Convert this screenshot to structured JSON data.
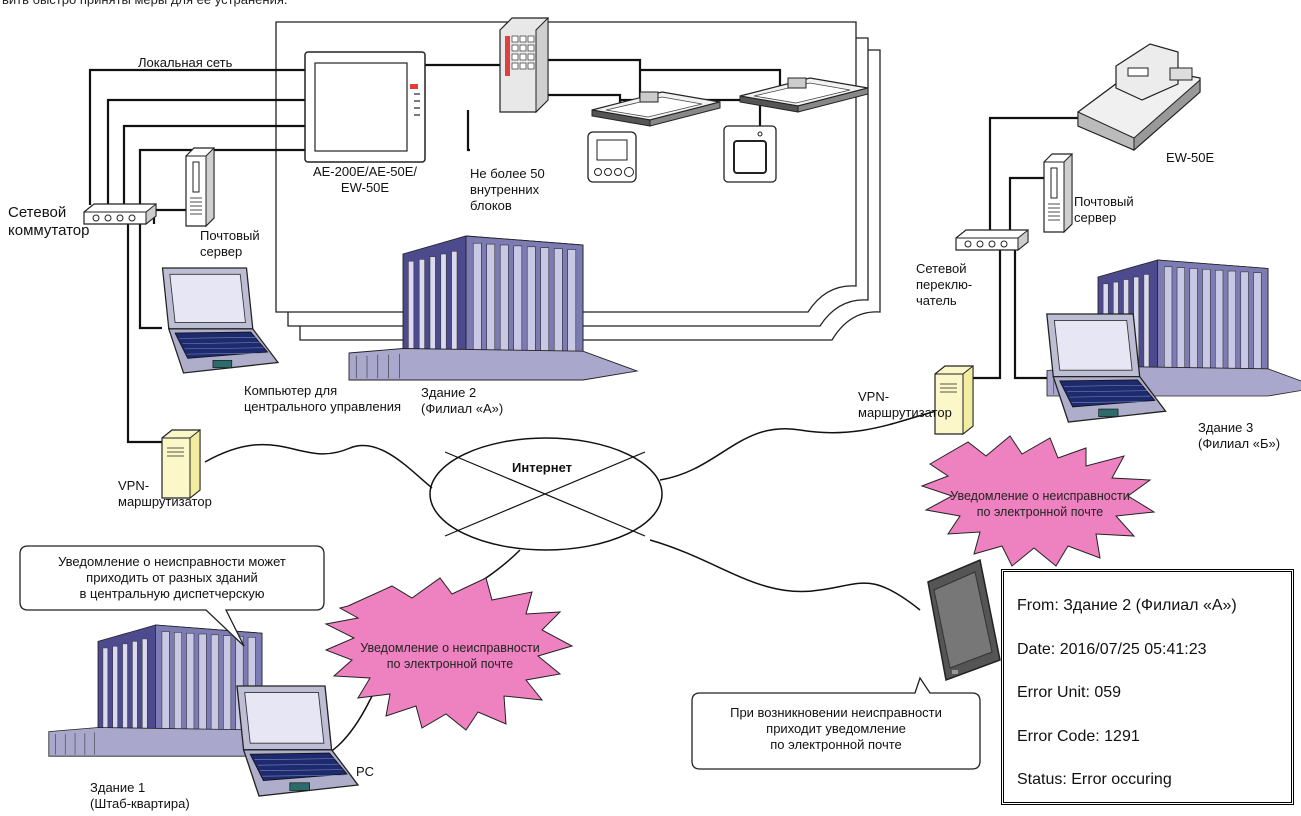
{
  "top_caption": "вить быстро приняты меры для ее устранения.",
  "labels": {
    "local_network": "Локальная сеть",
    "controllers": "AE-200E/AE-50E/\nEW-50E",
    "max_units": "Не более 50\nвнутренних\nблоков",
    "network_switch_hq": "Сетевой\nкоммутатор",
    "mail_server_hq": "Почтовый\nсервер",
    "central_pc": "Компьютер для\nцентрального управления",
    "building2": "Здание 2\n(Филиал «А»)",
    "vpn_router_hq": "VPN-\nмаршрутизатор",
    "internet": "Интернет",
    "ew50e_b": "EW-50E",
    "mail_server_b": "Почтовый\nсервер",
    "network_switch_b": "Сетевой\nпереклю-\nчатель",
    "vpn_router_b": "VPN-\nмаршрутизатор",
    "building3": "Здание 3\n(Филиал «Б»)",
    "building1": "Здание 1\n(Штаб-квартира)",
    "pc": "PC"
  },
  "callouts": {
    "hq_notice": "Уведомление о неисправности может\nприходить от разных зданий\nв центральную диспетчерскую",
    "phone_notice": "При возникновении неисправности\nприходит уведомление\nпо электронной почте"
  },
  "bursts": {
    "email_hq": "Уведомление о неисправности\nпо электронной почте",
    "email_b": "Уведомление о неисправности\nпо электронной почте"
  },
  "email": {
    "from": "From: Здание 2 (Филиал «A»)",
    "date": "Date: 2016/07/25 05:41:23",
    "unit": "Error Unit: 059",
    "code": "Error Code: 1291",
    "status": "Status: Error occuring"
  },
  "colors": {
    "burst_fill": "#ee82c0",
    "tower_fill": "#4d4a8e",
    "tower_light": "#b9b8d8",
    "keyboard": "#1e2a6e",
    "screen": "#e6e6f5",
    "router_fill": "#fbf7c9",
    "accent_red": "#e0403c"
  }
}
